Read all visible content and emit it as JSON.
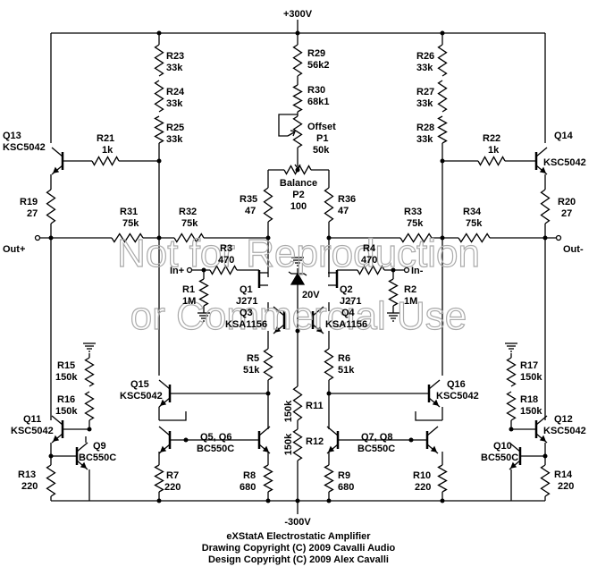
{
  "rails": {
    "positive": "+300V",
    "negative": "-300V"
  },
  "terminals": {
    "out_plus": "Out+",
    "out_minus": "Out-",
    "in_plus": "In+",
    "in_minus": "In-"
  },
  "resistors": {
    "R1": {
      "name": "R1",
      "value": "1M"
    },
    "R2": {
      "name": "R2",
      "value": "1M"
    },
    "R3": {
      "name": "R3",
      "value": "470"
    },
    "R4": {
      "name": "R4",
      "value": "470"
    },
    "R5": {
      "name": "R5",
      "value": "51k"
    },
    "R6": {
      "name": "R6",
      "value": "51k"
    },
    "R7": {
      "name": "R7",
      "value": "220"
    },
    "R8": {
      "name": "R8",
      "value": "680"
    },
    "R9": {
      "name": "R9",
      "value": "680"
    },
    "R10": {
      "name": "R10",
      "value": "220"
    },
    "R11": {
      "name": "R11",
      "value": "150k"
    },
    "R12": {
      "name": "R12",
      "value": "150k"
    },
    "R13": {
      "name": "R13",
      "value": "220"
    },
    "R14": {
      "name": "R14",
      "value": "220"
    },
    "R15": {
      "name": "R15",
      "value": "150k"
    },
    "R16": {
      "name": "R16",
      "value": "150k"
    },
    "R17": {
      "name": "R17",
      "value": "150k"
    },
    "R18": {
      "name": "R18",
      "value": "150k"
    },
    "R19": {
      "name": "R19",
      "value": "27"
    },
    "R20": {
      "name": "R20",
      "value": "27"
    },
    "R21": {
      "name": "R21",
      "value": "1k"
    },
    "R22": {
      "name": "R22",
      "value": "1k"
    },
    "R23": {
      "name": "R23",
      "value": "33k"
    },
    "R24": {
      "name": "R24",
      "value": "33k"
    },
    "R25": {
      "name": "R25",
      "value": "33k"
    },
    "R26": {
      "name": "R26",
      "value": "33k"
    },
    "R27": {
      "name": "R27",
      "value": "33k"
    },
    "R28": {
      "name": "R28",
      "value": "33k"
    },
    "R29": {
      "name": "R29",
      "value": "56k2"
    },
    "R30": {
      "name": "R30",
      "value": "68k1"
    },
    "R31": {
      "name": "R31",
      "value": "75k"
    },
    "R32": {
      "name": "R32",
      "value": "75k"
    },
    "R33": {
      "name": "R33",
      "value": "75k"
    },
    "R34": {
      "name": "R34",
      "value": "75k"
    },
    "R35": {
      "name": "R35",
      "value": "47"
    },
    "R36": {
      "name": "R36",
      "value": "47"
    }
  },
  "pots": {
    "P1": {
      "title": "Offset",
      "name": "P1",
      "value": "50k"
    },
    "P2": {
      "title": "Balance",
      "name": "P2",
      "value": "100"
    }
  },
  "zener": {
    "value": "20V"
  },
  "transistors": {
    "Q1": {
      "name": "Q1",
      "part": "J271"
    },
    "Q2": {
      "name": "Q2",
      "part": "J271"
    },
    "Q3": {
      "name": "Q3",
      "part": "KSA1156"
    },
    "Q4": {
      "name": "Q4",
      "part": "KSA1156"
    },
    "Q56": {
      "name": "Q5, Q6",
      "part": "BC550C"
    },
    "Q78": {
      "name": "Q7, Q8",
      "part": "BC550C"
    },
    "Q9": {
      "name": "Q9",
      "part": "BC550C"
    },
    "Q10": {
      "name": "Q10",
      "part": "BC550C"
    },
    "Q11": {
      "name": "Q11",
      "part": "KSC5042"
    },
    "Q12": {
      "name": "Q12",
      "part": "KSC5042"
    },
    "Q13": {
      "name": "Q13",
      "part": "KSC5042"
    },
    "Q14": {
      "name": "Q14",
      "part": "KSC5042"
    },
    "Q15": {
      "name": "Q15",
      "part": "KSC5042"
    },
    "Q16": {
      "name": "Q16",
      "part": "KSC5042"
    }
  },
  "watermark": {
    "line1": "Not for Reproduction",
    "line2": "or Commercial Use"
  },
  "credits": {
    "line1": "eXStatA Electrostatic Amplifier",
    "line2": "Drawing Copyright (C) 2009 Cavalli Audio",
    "line3": "Design Copyright (C) 2009 Alex Cavalli"
  }
}
